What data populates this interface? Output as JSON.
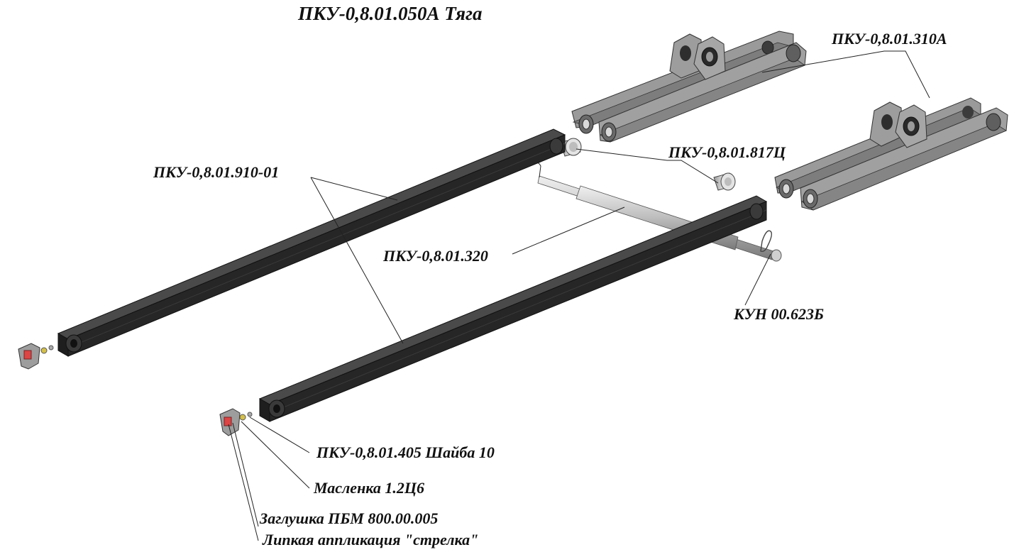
{
  "title": "ПКУ-0,8.01.050А Тяга",
  "labels": {
    "bracket": "ПКУ-0,8.01.310А",
    "bushing": "ПКУ-0,8.01.817Ц",
    "beam": "ПКУ-0,8.01.910-01",
    "axle": "ПКУ-0,8.01.320",
    "cotter_pin": "КУН 00.623Б",
    "washer": "ПКУ-0,8.01.405 Шайба 10",
    "grease_fitting": "Масленка 1.2Ц6",
    "plug": "Заглушка ПБМ 800.00.005",
    "sticker": "Липкая аппликация \"стрелка\""
  },
  "colors": {
    "beam": "#262626",
    "bracket": "#8c8c8c",
    "axle": "#c8c8c8",
    "text": "#111111"
  }
}
